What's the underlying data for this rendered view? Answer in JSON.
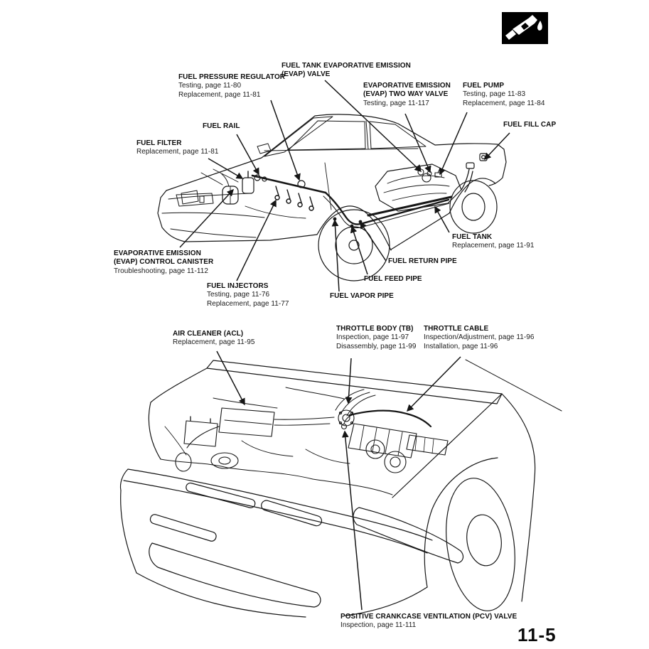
{
  "page": {
    "number_label": "11-5",
    "colors": {
      "ink": "#161616",
      "background": "#ffffff",
      "icon_bg": "#000000",
      "icon_fg": "#ffffff"
    }
  },
  "header_icon": {
    "name": "fuel-nozzle-icon"
  },
  "diagram_top": {
    "callouts": [
      {
        "id": "fuel-tank-evap-valve",
        "title": "FUEL TANK EVAPORATIVE EMISSION\n(EVAP) VALVE",
        "sub": ""
      },
      {
        "id": "fuel-pressure-regulator",
        "title": "FUEL PRESSURE REGULATOR",
        "sub": "Testing, page 11-80\nReplacement, page 11-81"
      },
      {
        "id": "evap-two-way-valve",
        "title": "EVAPORATIVE EMISSION\n(EVAP) TWO WAY VALVE",
        "sub": "Testing, page 11-117"
      },
      {
        "id": "fuel-pump",
        "title": "FUEL PUMP",
        "sub": "Testing, page 11-83\nReplacement, page 11-84"
      },
      {
        "id": "fuel-fill-cap",
        "title": "FUEL FILL CAP",
        "sub": ""
      },
      {
        "id": "fuel-rail",
        "title": "FUEL RAIL",
        "sub": ""
      },
      {
        "id": "fuel-filter",
        "title": "FUEL FILTER",
        "sub": "Replacement, page 11-81"
      },
      {
        "id": "evap-control-canister",
        "title": "EVAPORATIVE EMISSION\n(EVAP) CONTROL CANISTER",
        "sub": "Troubleshooting, page 11-112"
      },
      {
        "id": "fuel-injectors",
        "title": "FUEL INJECTORS",
        "sub": "Testing, page 11-76\nReplacement, page 11-77"
      },
      {
        "id": "fuel-vapor-pipe",
        "title": "FUEL VAPOR PIPE",
        "sub": ""
      },
      {
        "id": "fuel-feed-pipe",
        "title": "FUEL FEED PIPE",
        "sub": ""
      },
      {
        "id": "fuel-return-pipe",
        "title": "FUEL RETURN PIPE",
        "sub": ""
      },
      {
        "id": "fuel-tank",
        "title": "FUEL TANK",
        "sub": "Replacement, page 11-91"
      }
    ]
  },
  "diagram_bottom": {
    "callouts": [
      {
        "id": "air-cleaner",
        "title": "AIR CLEANER (ACL)",
        "sub": "Replacement, page 11-95"
      },
      {
        "id": "throttle-body",
        "title": "THROTTLE BODY (TB)",
        "sub": "Inspection, page 11-97\nDisassembly, page 11-99"
      },
      {
        "id": "throttle-cable",
        "title": "THROTTLE CABLE",
        "sub": "Inspection/Adjustment, page 11-96\nInstallation, page 11-96"
      },
      {
        "id": "pcv-valve",
        "title": "POSITIVE CRANKCASE VENTILATION (PCV) VALVE",
        "sub": "Inspection, page 11-111"
      }
    ]
  }
}
